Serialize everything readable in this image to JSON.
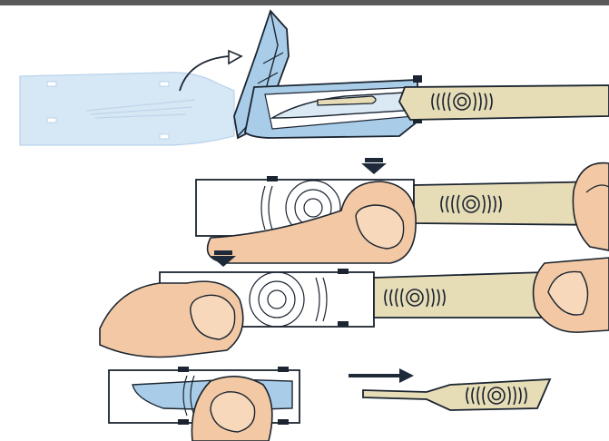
{
  "figure": {
    "steps": [
      {
        "id": "step-1",
        "action": "open-guard-and-insert"
      },
      {
        "id": "step-2",
        "action": "press-down-right"
      },
      {
        "id": "step-3",
        "action": "press-down-left"
      },
      {
        "id": "step-4",
        "action": "pull-handle-away"
      }
    ],
    "colors": {
      "handle": "#e6dcb6",
      "outline": "#1b2430",
      "skin": "#f2c9a4",
      "guard_blue": "#a9cde8",
      "pale_blue": "#d6e7f5",
      "arrow": "#1e2a3a",
      "top_bar": "#5a5a5a"
    }
  }
}
